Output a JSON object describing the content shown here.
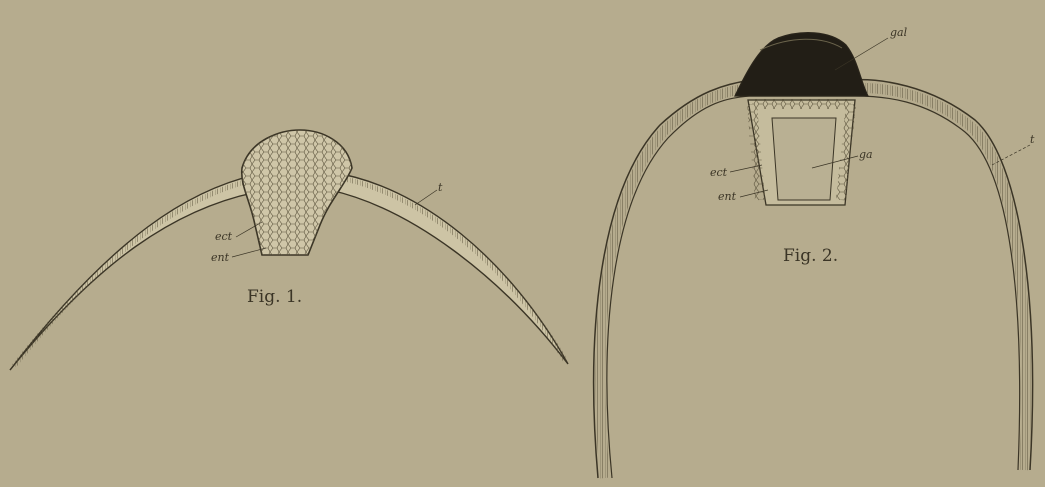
{
  "figures": [
    {
      "caption": "Fig. 1.",
      "labels": {
        "t": "t",
        "ect": "ect",
        "ent": "ent"
      }
    },
    {
      "caption": "Fig. 2.",
      "labels": {
        "gal": "gal",
        "ga": "ga",
        "t": "t",
        "ect": "ect",
        "ent": "ent"
      }
    }
  ],
  "colors": {
    "paper": "#b6ac8e",
    "ink": "#3b3526",
    "tissue": "#cfc6a8",
    "gallert": "#221e16"
  }
}
